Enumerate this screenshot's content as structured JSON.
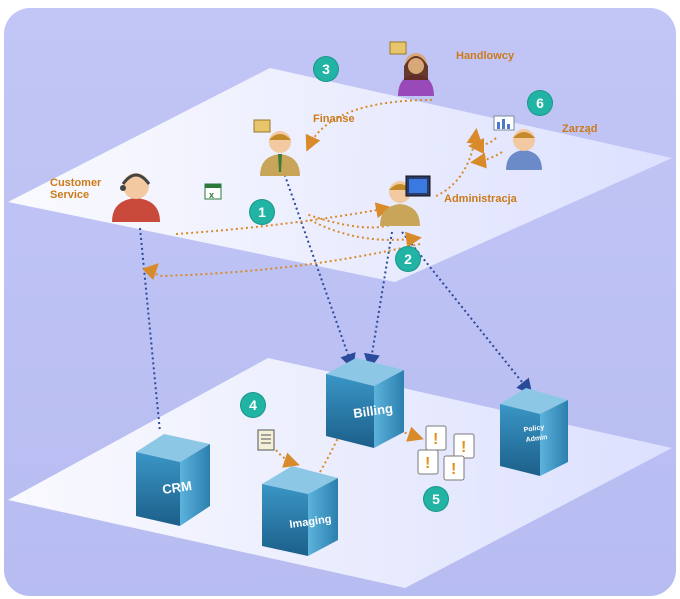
{
  "labels": {
    "customer_service": "Customer\nService",
    "finanse": "Finanse",
    "handlowcy": "Handlowcy",
    "zarzad": "Zarząd",
    "administracja": "Administracja"
  },
  "systems": {
    "crm": "CRM",
    "billing": "Billing",
    "imaging": "Imaging",
    "policy_admin": "Policy\nAdmin"
  },
  "steps": [
    "1",
    "2",
    "3",
    "4",
    "5",
    "6"
  ],
  "colors": {
    "background": "#b7bcf1",
    "plane": "#eef0ff",
    "accent": "#d98a2b",
    "blue_link": "#2a4a9a",
    "step_badge": "#21b3a4",
    "cube": "#2a7aa6"
  },
  "icons": [
    "customer-service-agent-icon",
    "spreadsheet-icon",
    "finance-person-icon",
    "sales-person-icon",
    "management-person-icon",
    "admin-person-icon",
    "document-icon",
    "alert-icon"
  ]
}
